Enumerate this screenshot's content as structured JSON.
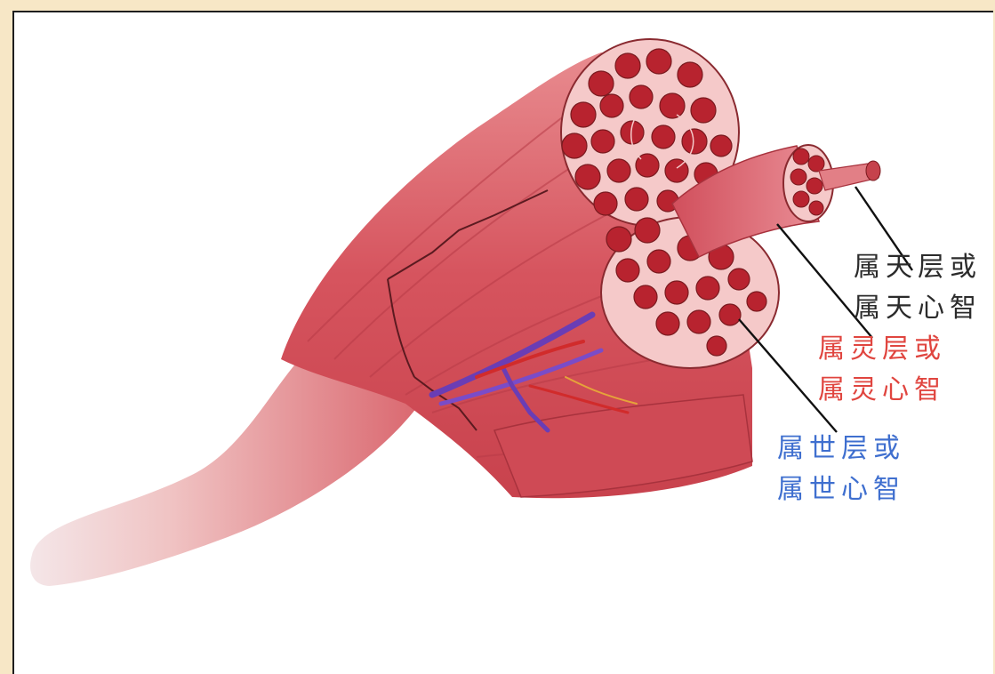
{
  "colors": {
    "background": "#f7e7c6",
    "frame_border": "#1e1e1e",
    "muscle": "#d9636b",
    "muscle_light": "#f3c7c4",
    "fiber": "#b8232f",
    "vein": "#6a3db5",
    "label_heaven": "#2b2b2b",
    "label_spirit": "#e0453f",
    "label_world": "#3f6fcf"
  },
  "labels": {
    "heaven": {
      "line1": "属天层或",
      "line2": "属天心智",
      "color": "#2b2b2b"
    },
    "spirit": {
      "line1": "属灵层或",
      "line2": "属灵心智",
      "color": "#e0453f"
    },
    "world": {
      "line1": "属世层或",
      "line2": "属世心智",
      "color": "#3f6fcf"
    }
  }
}
